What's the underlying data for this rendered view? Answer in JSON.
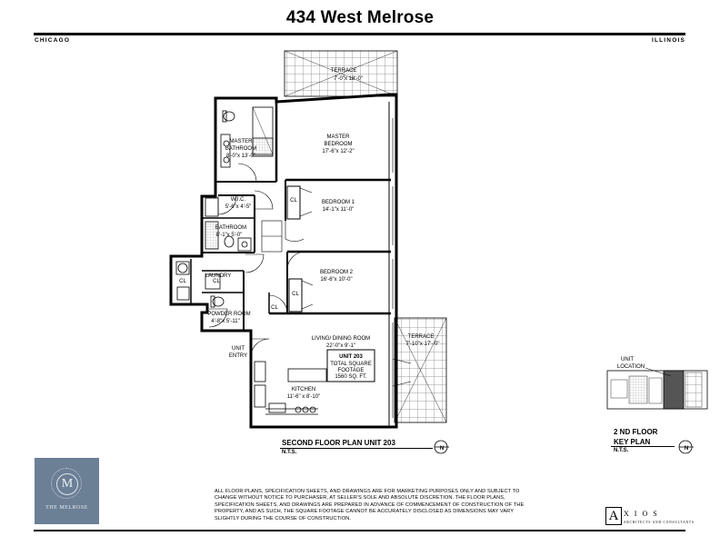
{
  "header": {
    "title": "434 West Melrose",
    "city": "CHICAGO",
    "state": "ILLINOIS"
  },
  "rooms": {
    "terrace_top": {
      "name": "TERRACE",
      "dims": "7'-0\"x 18'-0\""
    },
    "master_bathroom": {
      "name1": "MASTER",
      "name2": "BATHROOM",
      "dims": "8'-0\"x 13'-0\""
    },
    "master_bedroom": {
      "name1": "MASTER",
      "name2": "BEDROOM",
      "dims": "17'-6\"x 12'-2\""
    },
    "wic": {
      "name": "W.I.C.",
      "dims": "5'-6\"x 4'-5\""
    },
    "bedroom1": {
      "name": "BEDROOM 1",
      "dims": "14'-1\"x 11'-0\""
    },
    "bathroom": {
      "name": "BATHROOM",
      "dims": "8'-1\"x 5'-0\""
    },
    "laundry": {
      "name": "LAUNDRY"
    },
    "bedroom2": {
      "name": "BEDROOM 2",
      "dims": "16'-6\"x 10'-0\""
    },
    "powder_room": {
      "name": "POWDER ROOM",
      "dims": "4'-8\"x 5'-11\""
    },
    "living": {
      "name": "LIVING/ DINING ROOM",
      "dims": "22'-0\"x 9'-1\""
    },
    "kitchen": {
      "name": "KITCHEN",
      "dims": "11'-6\" x 8'-10\""
    },
    "terrace_side": {
      "name": "TERRACE",
      "dims": "7'-10\"x 17'- 0\""
    },
    "closet": "CL",
    "unit_entry1": "UNIT",
    "unit_entry2": "ENTRY"
  },
  "unit_box": {
    "line1": "UNIT 203",
    "line2": "TOTAL SQUARE",
    "line3": "FOOTAGE",
    "line4": "1560 SQ. FT."
  },
  "plan": {
    "title": "SECOND FLOOR PLAN UNIT 203",
    "scale": "N.T.S.",
    "north": "N"
  },
  "key_plan": {
    "title1": "2 ND FLOOR",
    "title2": "KEY PLAN",
    "scale": "N.T.S.",
    "unit_location1": "UNIT",
    "unit_location2": "LOCATION",
    "north": "N"
  },
  "logo": {
    "monogram": "M",
    "name": "THE MELROSE"
  },
  "disclaimer": "ALL FLOOR PLANS, SPECIFICATION SHEETS, AND DRAWINGS ARE FOR MARKETING PURPOSES ONLY AND SUBJECT TO CHANGE WITHOUT NOTICE TO PURCHASER, AT SELLER'S SOLE AND ABSOLUTE DISCRETION. THE FLOOR PLANS, SPECIFICATION SHEETS, AND DRAWINGS ARE PREPARED IN ADVANCE OF COMMENCEMENT OF CONSTRUCTION OF THE PROPERTY, AND AS SUCH, THE SQUARE FOOTAGE CANNOT BE ACCURATELY DISCLOSED AS DIMENSIONS MAY VARY SLIGHTLY DURING THE COURSE OF CONSTRUCTION.",
  "architect": {
    "initial": "A",
    "name": "XIOS",
    "tagline": "ARCHITECTS AND CONSULTANTS"
  },
  "colors": {
    "wall": "#000000",
    "grid": "#444444",
    "logo_bg": "#6b7f95",
    "unit_highlight": "#555555"
  }
}
